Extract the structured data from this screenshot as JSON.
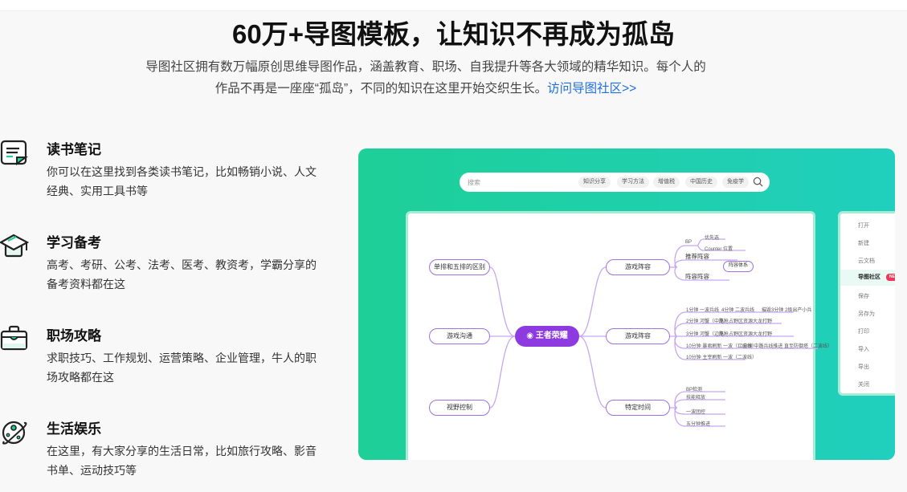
{
  "header": {
    "title": "60万+导图模板，让知识不再成为孤岛",
    "desc_line1": "导图社区拥有数万幅原创思维导图作品，涵盖教育、职场、自我提升等各大领域的精华知识。每个人的",
    "desc_line2": "作品不再是一座座“孤岛”，不同的知识在这里开始交织生长。",
    "link": "访问导图社区>>"
  },
  "features": [
    {
      "icon": "note-icon",
      "title": "读书笔记",
      "desc": "你可以在这里找到各类读书笔记，比如畅销小说、人文经典、实用工具书等"
    },
    {
      "icon": "graduation-cap-icon",
      "title": "学习备考",
      "desc": "高考、考研、公考、法考、医考、教资考，学霸分享的备考资料都在这"
    },
    {
      "icon": "briefcase-icon",
      "title": "职场攻略",
      "desc": "求职技巧、工作规划、运营策略、企业管理，牛人的职场攻略都在这"
    },
    {
      "icon": "planet-icon",
      "title": "生活娱乐",
      "desc": "在这里，有大家分享的生活日常，比如旅行攻略、影音书单、运动技巧等"
    }
  ],
  "preview": {
    "search_placeholder": "搜索",
    "tags": [
      "知识分享",
      "学习方法",
      "增值税",
      "中国历史",
      "免疫学"
    ],
    "mindmap": {
      "center": "王者荣耀",
      "left": [
        "单排和五排的区别",
        "游戏沟通",
        "视野控制"
      ],
      "right": [
        "游戏阵容",
        "游戏阵容",
        "特定时间"
      ],
      "r1": {
        "bp": "BP",
        "bp_leaves": [
          "优先选",
          "Counter 位置"
        ],
        "subs": [
          "推荐阵容",
          "阵容阵容"
        ],
        "group": "阵容体系"
      },
      "r2_leaves": [
        "1分钟 一波兵线",
        "4分钟 二波兵线",
        "摧毁3分钟 2级出产小兵",
        "2分钟 河蟹（中路）",
        "先抢占野区资源大龙打野",
        "3分钟 河蟹（边路）",
        "先抢占野区资源大龙打野",
        "10分钟 暴君刷新 一波（二波线）",
        "10分钟 中路兵线推进 直至防御塔（二波线）",
        "10分钟 主宰刷新 一波（二波线）"
      ],
      "r3_leaves": [
        "BP检测",
        "技能释放",
        "一波团控",
        "五分钟推进"
      ]
    },
    "menu": [
      "打开",
      "新建",
      "云文档",
      "导图社区",
      "保存",
      "另存为",
      "打印",
      "导入",
      "导出",
      "关闭"
    ],
    "menu_active": "导图社区",
    "badge": "NEW"
  },
  "colors": {
    "accent": "#1ecf98",
    "node": "#a070e0",
    "center": "#8d3be0",
    "link": "#1f6fe0"
  }
}
